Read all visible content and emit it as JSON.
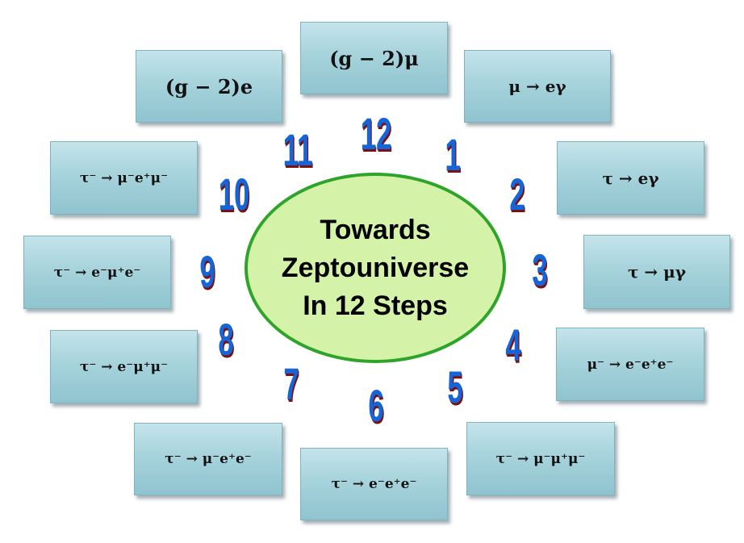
{
  "center": {
    "line1": "Towards",
    "line2": "Zeptouniverse",
    "line3": "In 12 Steps"
  },
  "boxes": [
    {
      "text": "(g − 2)μ"
    },
    {
      "text": "μ → eγ"
    },
    {
      "text": "τ → eγ"
    },
    {
      "text": "τ → μγ"
    },
    {
      "text": "μ⁻ → e⁻e⁺e⁻"
    },
    {
      "text": "τ⁻ → μ⁻μ⁺μ⁻"
    },
    {
      "text": "τ⁻ → e⁻e⁺e⁻"
    },
    {
      "text": "τ⁻ → μ⁻e⁺e⁻"
    },
    {
      "text": "τ⁻ → e⁻μ⁺μ⁻"
    },
    {
      "text": "τ⁻ → e⁻μ⁺e⁻"
    },
    {
      "text": "τ⁻ → μ⁻e⁺μ⁻"
    },
    {
      "text": "(g − 2)e"
    }
  ],
  "numbers": [
    "12",
    "1",
    "2",
    "3",
    "4",
    "5",
    "6",
    "7",
    "8",
    "9",
    "10",
    "11"
  ],
  "colors": {
    "numeral": "#1565d8",
    "numeral_shadow": "#7a1010",
    "ellipse_fill": "#d5f3a8",
    "ellipse_border": "#2ea42a",
    "box_fill": "#a7d3dc"
  }
}
